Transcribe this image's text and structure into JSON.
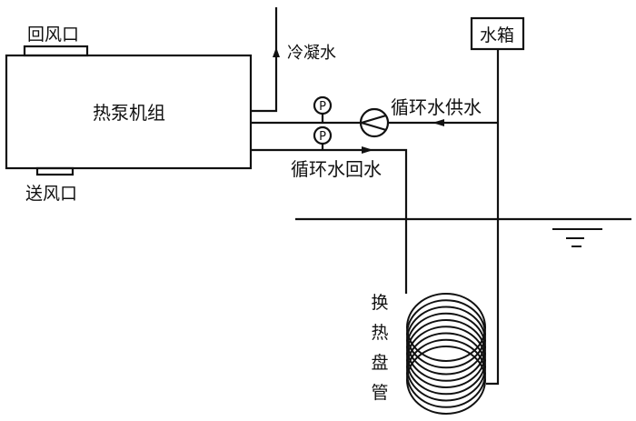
{
  "diagram": {
    "title": "热泵机组地埋管系统示意",
    "unit": {
      "label": "热泵机组",
      "return_air_label": "回风口",
      "supply_air_label": "送风口"
    },
    "condensate": {
      "label": "冷凝水",
      "flow_direction": "up"
    },
    "supply_line": {
      "label": "循环水供水",
      "flow_direction": "left"
    },
    "return_line": {
      "label": "循环水回水",
      "flow_direction": "right"
    },
    "water_tank": {
      "label": "水箱"
    },
    "pressure_gauges": [
      {
        "symbol": "P",
        "line": "supply"
      },
      {
        "symbol": "P",
        "line": "return"
      }
    ],
    "pump": {
      "symbol": "pump-icon",
      "line": "supply"
    },
    "coil": {
      "label_chars": [
        "换",
        "热",
        "盘",
        "管"
      ],
      "turns": 9
    },
    "water_level_symbol": "water-level-icon",
    "colors": {
      "line": "#111111",
      "background": "#ffffff"
    }
  }
}
